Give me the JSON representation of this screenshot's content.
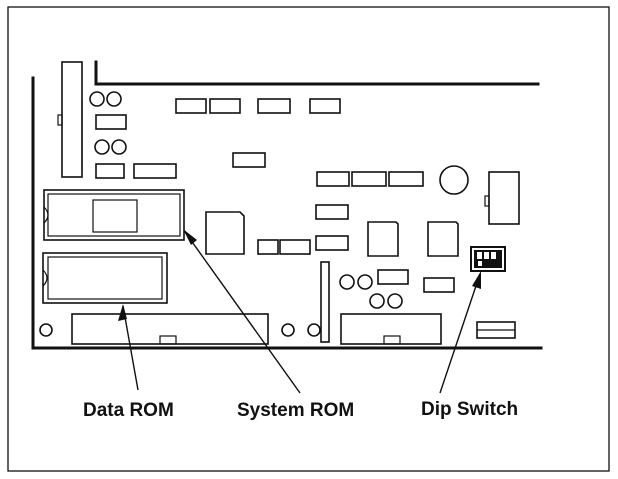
{
  "figure": {
    "labels": {
      "data_rom": "Data ROM",
      "system_rom": "System ROM",
      "dip_switch": "Dip Switch"
    },
    "colors": {
      "ink": "#111111",
      "background": "#ffffff"
    }
  }
}
